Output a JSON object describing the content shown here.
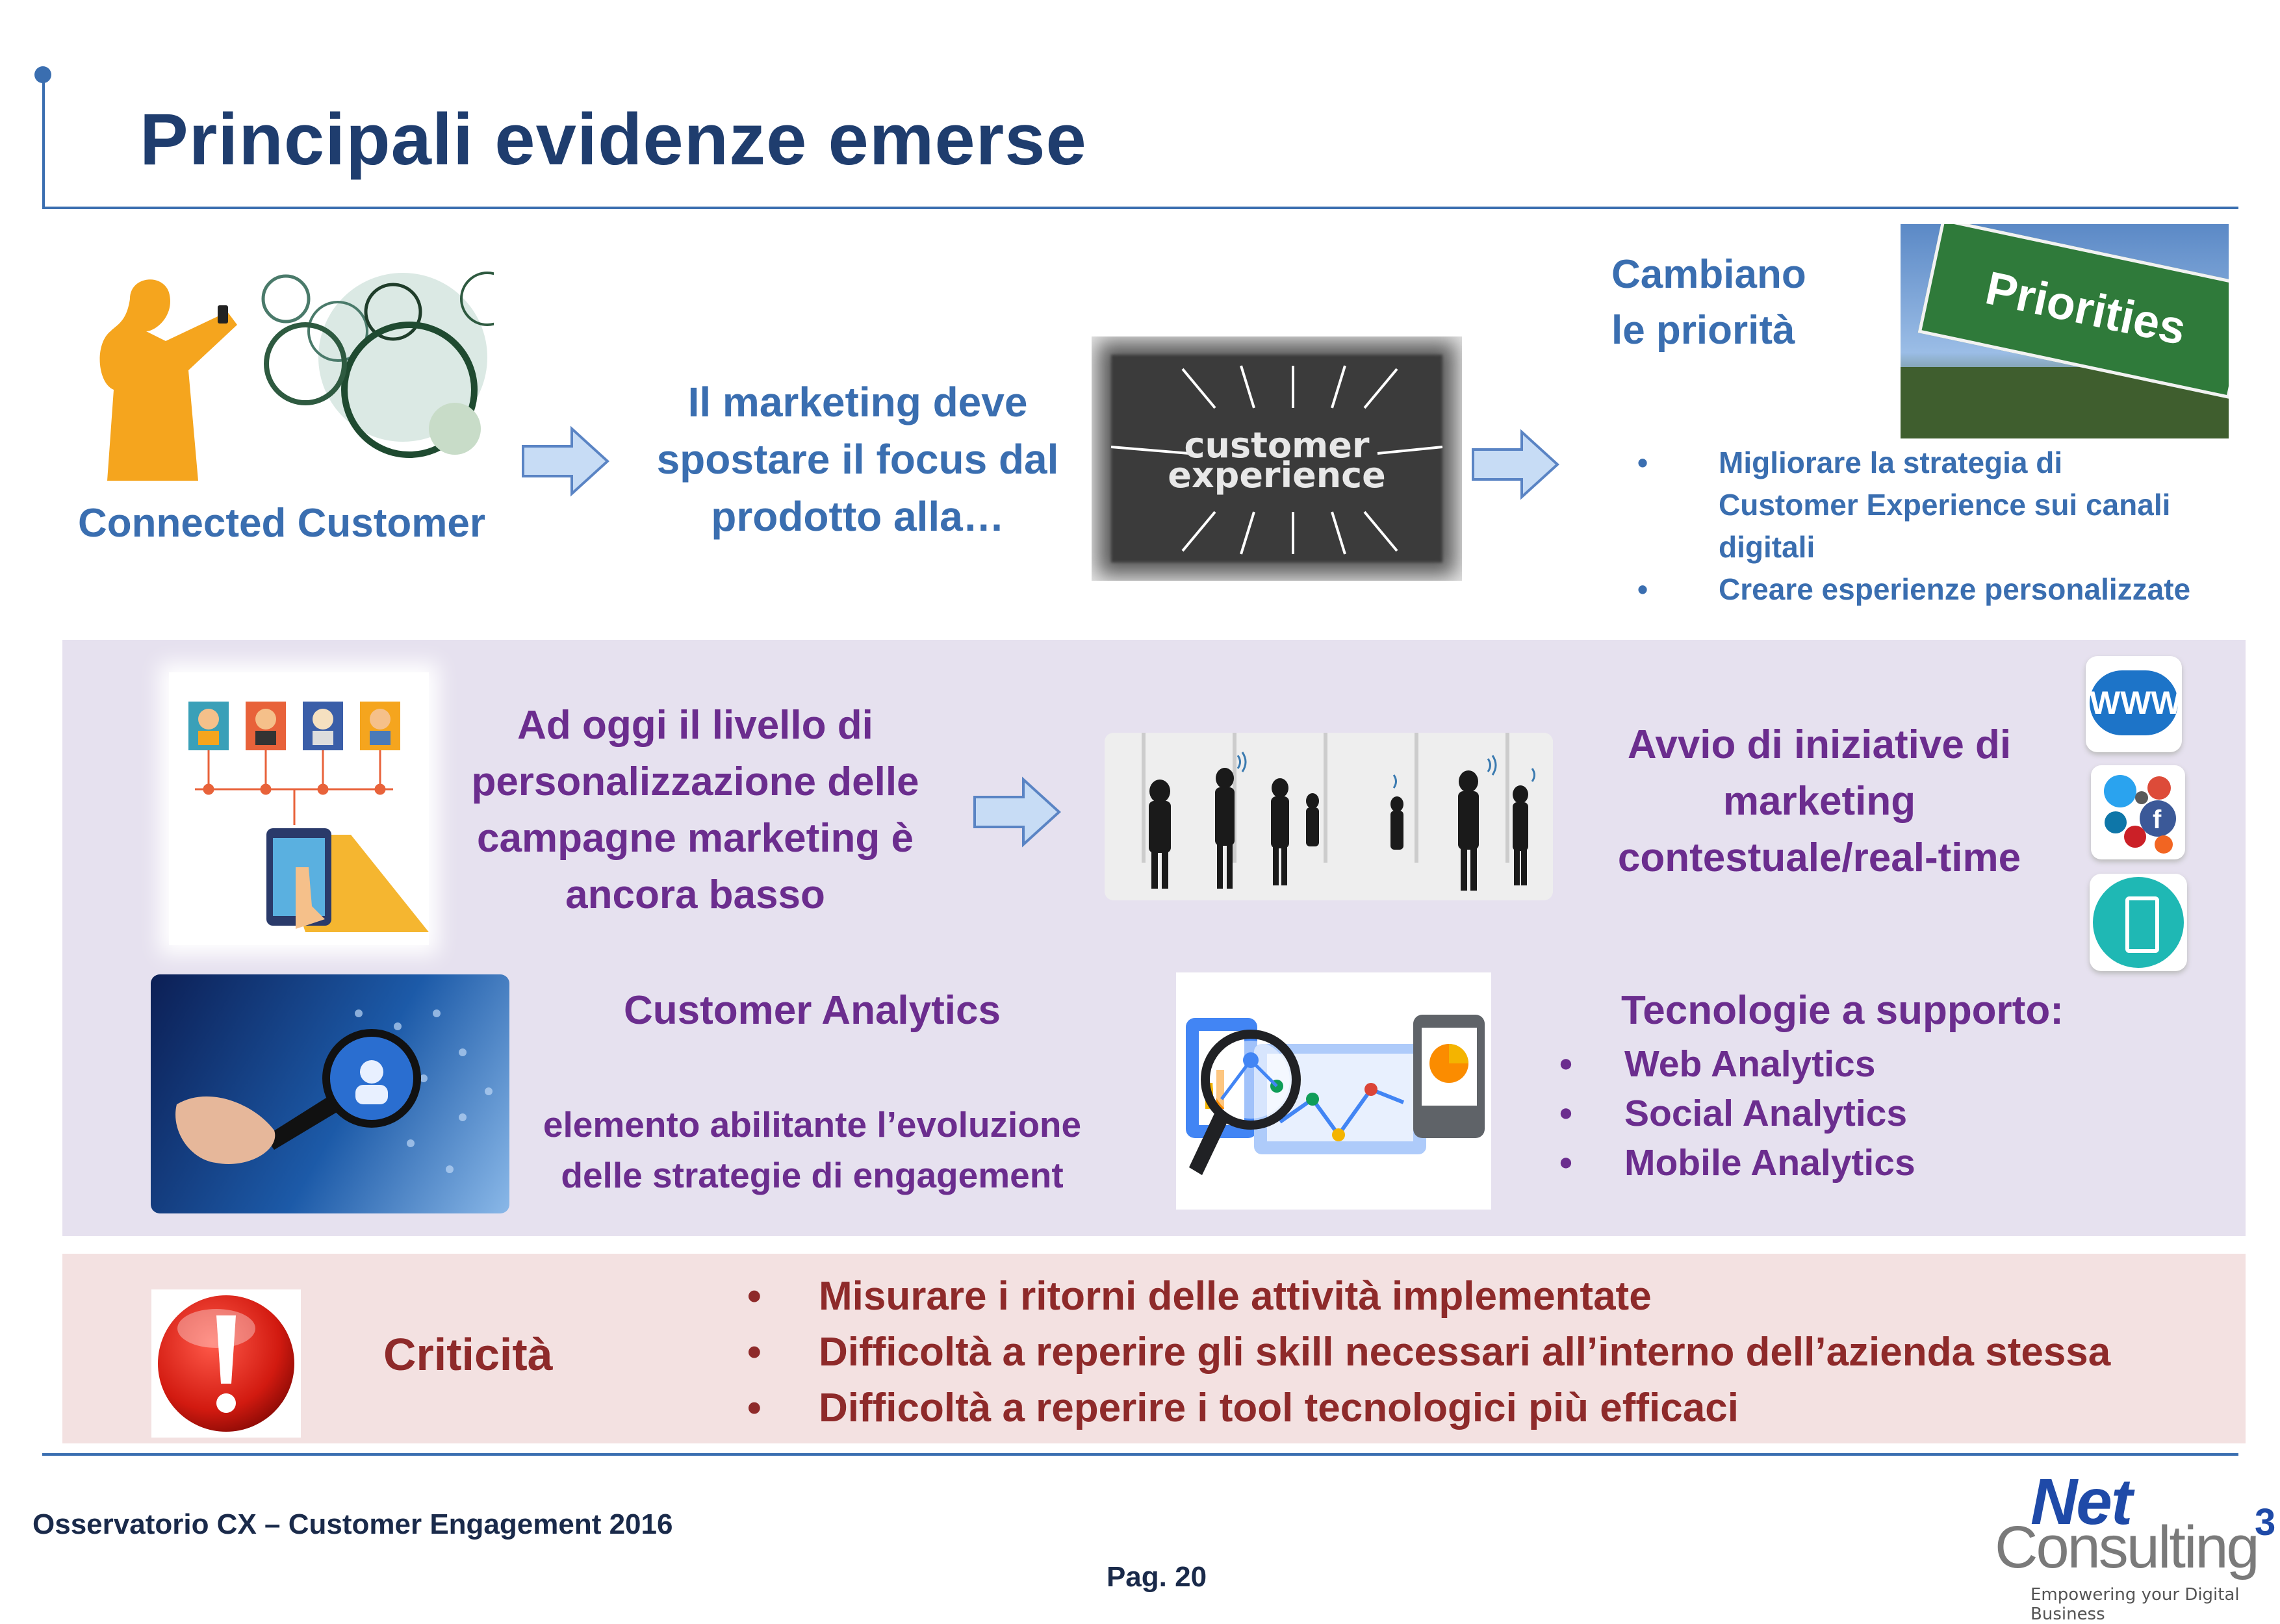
{
  "header": {
    "title": "Principali evidenze emerse"
  },
  "top": {
    "connected_customer": "Connected Customer",
    "marketing_text": "Il marketing deve spostare il focus dal prodotto alla…",
    "cx_image_text": "customer experience",
    "cambiano_title": "Cambiano le priorità",
    "priorities_sign": "Priorities",
    "priorities_bullets": [
      "Migliorare la strategia di Customer Experience sui canali digitali",
      "Creare esperienze personalizzate"
    ]
  },
  "middle": {
    "personalization_text": "Ad oggi il livello di personalizzazione delle campagne marketing è ancora basso",
    "initiatives_text": "Avvio di iniziative di marketing contestuale/real-time",
    "www_label": "WWW",
    "analytics_title": "Customer Analytics",
    "analytics_desc": "elemento abilitante l’evoluzione delle strategie di engagement",
    "tech_title": "Tecnologie a supporto:",
    "tech_items": [
      "Web Analytics",
      "Social Analytics",
      "Mobile Analytics"
    ]
  },
  "critical": {
    "label": "Criticità",
    "items": [
      "Misurare i ritorni delle attività implementate",
      "Difficoltà a reperire gli skill necessari all’interno dell’azienda stessa",
      "Difficoltà a reperire i tool tecnologici più efficaci"
    ]
  },
  "footer": {
    "source": "Osservatorio CX – Customer Engagement 2016",
    "page": "Pag. 20",
    "logo_net": "Net",
    "logo_consulting": "Consulting",
    "logo_sup": "3",
    "logo_tagline": "Empowering your Digital Business"
  },
  "colors": {
    "title": "#1f3d6e",
    "blue_text": "#3a6eb0",
    "purple_text": "#6b2d8e",
    "red_text": "#8e2a2a",
    "panel_purple": "#e6e1ef",
    "panel_pink": "#f3e1e1"
  }
}
